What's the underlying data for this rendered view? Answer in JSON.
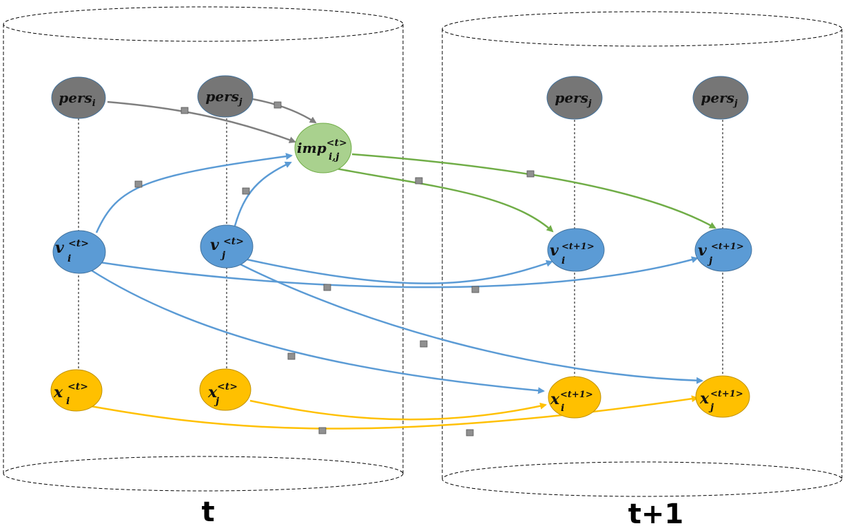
{
  "colors": {
    "pers_fill": "#767676",
    "imp_fill": "#a9d18e",
    "v_fill": "#5b9bd5",
    "x_fill": "#ffc000",
    "grey_edge": "#7f7f7f",
    "green_edge": "#70ad47",
    "blue_edge": "#5b9bd5",
    "yellow_edge": "#ffc000",
    "edge_marker": "#909090"
  },
  "cylinders": [
    {
      "id": "t",
      "label": "t"
    },
    {
      "id": "t1",
      "label": "t+1"
    }
  ],
  "nodes": {
    "pers_i_t": {
      "base": "pers",
      "sub": "i",
      "sup": ""
    },
    "pers_j_t": {
      "base": "pers",
      "sub": "j",
      "sup": ""
    },
    "imp_ij_t": {
      "base": "imp",
      "sub": "i,j",
      "sup": "<t>"
    },
    "v_i_t": {
      "base": "v",
      "sub": "i",
      "sup": "<t>"
    },
    "v_j_t": {
      "base": "v",
      "sub": "j",
      "sup": "<t>"
    },
    "x_i_t": {
      "base": "x",
      "sub": "i",
      "sup": "<t>"
    },
    "x_j_t": {
      "base": "x",
      "sub": "j",
      "sup": "<t>"
    },
    "pers_j_t1a": {
      "base": "pers",
      "sub": "j",
      "sup": ""
    },
    "pers_j_t1b": {
      "base": "pers",
      "sub": "j",
      "sup": ""
    },
    "v_i_t1": {
      "base": "v",
      "sub": "i",
      "sup": "<t+1>"
    },
    "v_j_t1": {
      "base": "v",
      "sub": "j",
      "sup": "<t+1>"
    },
    "x_i_t1": {
      "base": "x",
      "sub": "i",
      "sup": "<t+1>"
    },
    "x_j_t1": {
      "base": "x",
      "sub": "j",
      "sup": "<t+1>"
    }
  },
  "edges": [
    {
      "from": "pers_i_t",
      "to": "imp_ij_t",
      "color": "grey"
    },
    {
      "from": "pers_j_t",
      "to": "imp_ij_t",
      "color": "grey"
    },
    {
      "from": "v_i_t",
      "to": "imp_ij_t",
      "color": "blue"
    },
    {
      "from": "v_j_t",
      "to": "imp_ij_t",
      "color": "blue"
    },
    {
      "from": "imp_ij_t",
      "to": "v_i_t1",
      "color": "green"
    },
    {
      "from": "imp_ij_t",
      "to": "v_j_t1",
      "color": "green"
    },
    {
      "from": "v_i_t",
      "to": "v_j_t1",
      "color": "blue"
    },
    {
      "from": "v_j_t",
      "to": "v_i_t1",
      "color": "blue"
    },
    {
      "from": "v_i_t",
      "to": "x_i_t1",
      "color": "blue"
    },
    {
      "from": "v_j_t",
      "to": "x_j_t1",
      "color": "blue"
    },
    {
      "from": "x_i_t",
      "to": "x_j_t1",
      "color": "yellow"
    },
    {
      "from": "x_j_t",
      "to": "x_i_t1",
      "color": "yellow"
    }
  ]
}
